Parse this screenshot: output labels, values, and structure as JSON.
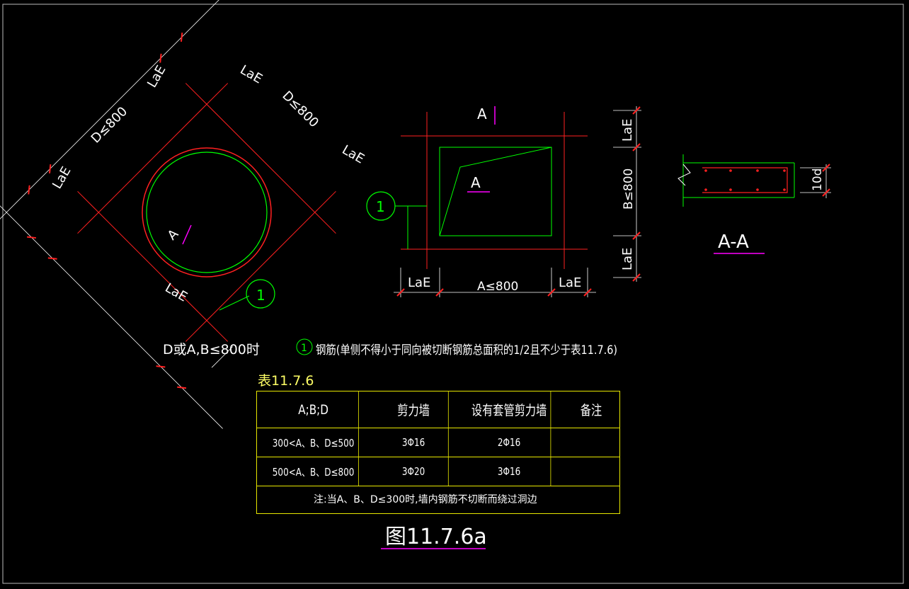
{
  "labels": {
    "lae": "LaE",
    "d_le_800": "D≤800",
    "a_le_800": "A≤800",
    "b_le_800": "B≤800",
    "a": "A",
    "circle1": "1",
    "ten_d": "10d",
    "section_aa": "A-A",
    "condition": "D或A,B≤800时",
    "note_rebar": "钢筋(单侧不得小于同向被切断钢筋总面积的1/2且不少于表11.7.6)",
    "table_title": "表11.7.6",
    "figure_title": "图11.7.6a"
  },
  "table": {
    "headers": [
      "A;B;D",
      "剪力墙",
      "设有套管剪力墙",
      "备注"
    ],
    "rows": [
      [
        "300<A、B、D≤500",
        "3Φ16",
        "2Φ16",
        ""
      ],
      [
        "500<A、B、D≤800",
        "3Φ20",
        "3Φ16",
        ""
      ]
    ],
    "note": "注:当A、B、D≤300时,墙内钢筋不切断而绕过洞边"
  },
  "colors": {
    "background": "#000000",
    "red": "#ff2020",
    "green": "#00ff00",
    "white": "#ffffff",
    "magenta": "#ff00ff",
    "yellow": "#ffff00"
  }
}
